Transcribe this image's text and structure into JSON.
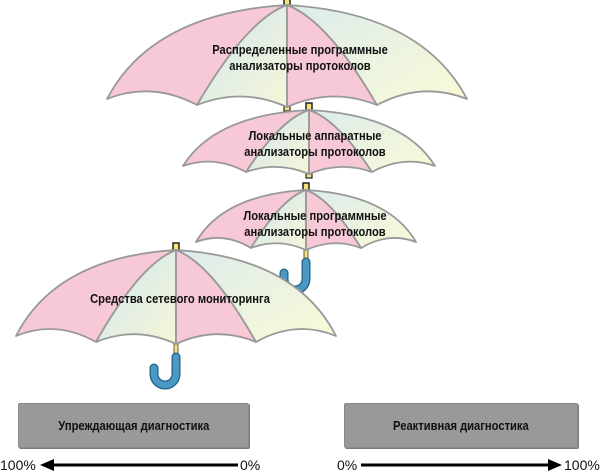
{
  "umbrellas": [
    {
      "lines": [
        "Распределенные программные",
        "анализаторы протоколов"
      ]
    },
    {
      "lines": [
        "Локальные аппаратные",
        "анализаторы протоколов"
      ]
    },
    {
      "lines": [
        "Локальные программные",
        "анализаторы протоколов"
      ]
    },
    {
      "lines": [
        "Средства сетевого мониторинга"
      ]
    }
  ],
  "colors": {
    "pink": "#f7c8d6",
    "blue": "#d3e8ee",
    "cream": "#f8f8dc",
    "outline": "#999999",
    "handle": "#4a98c4",
    "shaft": "#f5e37a",
    "box": "#999999"
  },
  "boxes": {
    "proactive": "Упреждающая диагностика",
    "reactive": "Реактивная диагностика"
  },
  "scales": {
    "left": {
      "start": "100%",
      "end": "0%"
    },
    "right": {
      "start": "0%",
      "end": "100%"
    }
  }
}
